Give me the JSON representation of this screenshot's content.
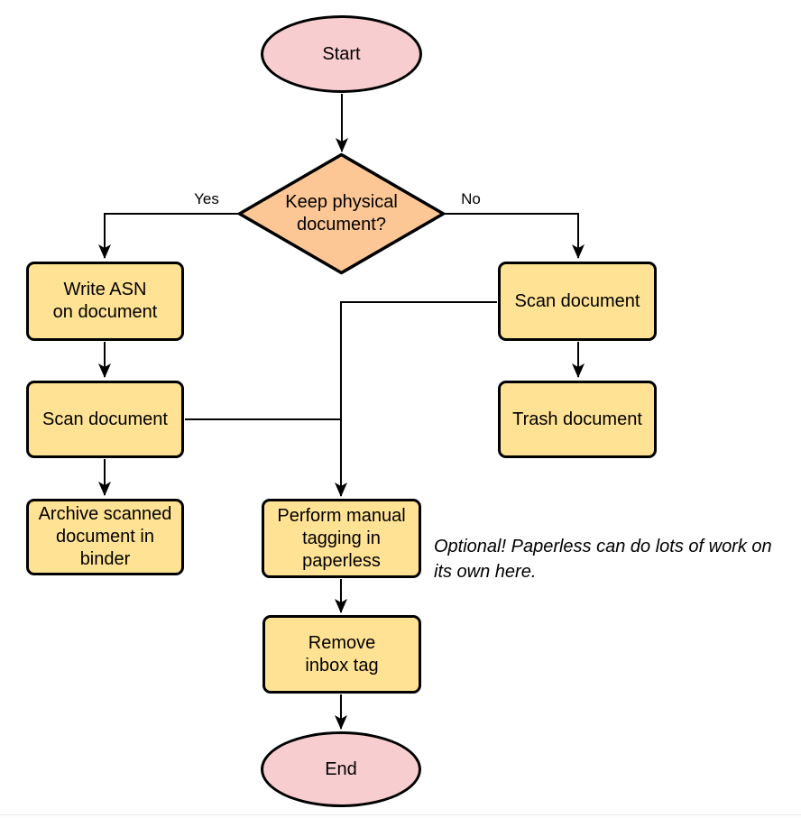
{
  "diagram": {
    "type": "flowchart",
    "nodes": {
      "start": {
        "label": "Start",
        "shape": "terminal"
      },
      "decision": {
        "label": "Keep physical\ndocument?",
        "shape": "decision"
      },
      "write_asn": {
        "label": "Write ASN\non document",
        "shape": "process"
      },
      "scan_left": {
        "label": "Scan document",
        "shape": "process"
      },
      "archive": {
        "label": "Archive scanned\ndocument in\nbinder",
        "shape": "process"
      },
      "scan_right": {
        "label": "Scan document",
        "shape": "process"
      },
      "trash": {
        "label": "Trash document",
        "shape": "process"
      },
      "tagging": {
        "label": "Perform manual\ntagging in\npaperless",
        "shape": "process"
      },
      "remove_inbox": {
        "label": "Remove\ninbox tag",
        "shape": "process"
      },
      "end": {
        "label": "End",
        "shape": "terminal"
      }
    },
    "edges": [
      {
        "from": "start",
        "to": "decision",
        "label": ""
      },
      {
        "from": "decision",
        "to": "write_asn",
        "label": "Yes"
      },
      {
        "from": "decision",
        "to": "scan_right",
        "label": "No"
      },
      {
        "from": "write_asn",
        "to": "scan_left",
        "label": ""
      },
      {
        "from": "scan_left",
        "to": "archive",
        "label": ""
      },
      {
        "from": "scan_right",
        "to": "trash",
        "label": ""
      },
      {
        "from": "scan_left",
        "to": "tagging",
        "label": ""
      },
      {
        "from": "scan_right",
        "to": "tagging",
        "label": ""
      },
      {
        "from": "tagging",
        "to": "remove_inbox",
        "label": ""
      },
      {
        "from": "remove_inbox",
        "to": "end",
        "label": ""
      }
    ],
    "note": "Optional! Paperless can do lots of work on\nits own here.",
    "colors": {
      "terminal_fill": "#f8cdd0",
      "decision_fill": "#fcc795",
      "process_fill": "#ffe294",
      "stroke": "#000000",
      "divider": "#e8eaec"
    }
  }
}
